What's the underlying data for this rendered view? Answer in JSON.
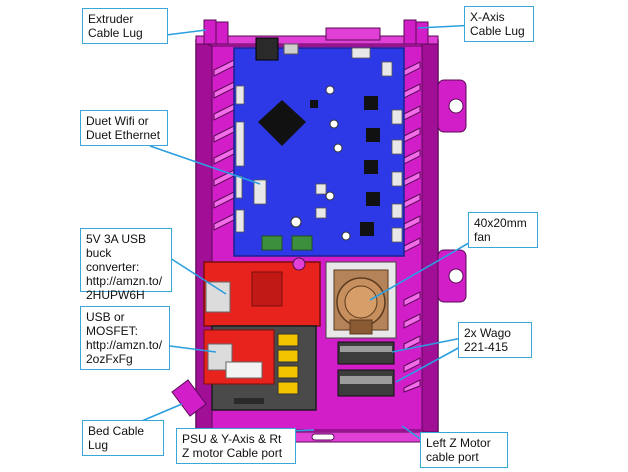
{
  "diagram": {
    "colors": {
      "enclosure": "#d21ec8",
      "enclosure_dark": "#a10f97",
      "board": "#2d39e6",
      "board_dark": "#1a228f",
      "buck_board": "#e8231d",
      "wago": "#3c3c3c",
      "fan": "#b5835a",
      "callout_border": "#3ea6d6",
      "callout_line": "#2a9ee0"
    },
    "callouts": {
      "extruder_lug": "Extruder\nCable Lug",
      "x_axis_lug": "X-Axis\nCable Lug",
      "duet": "Duet Wifi or\nDuet Ethernet",
      "buck": "5V 3A USB\nbuck converter:\nhttp://amzn.to/\n2HUPW6H",
      "usb_mosfet": "USB or\nMOSFET:\nhttp://amzn.to/\n2ozFxFg",
      "fan": "40x20mm\nfan",
      "wago": "2x Wago\n221-415",
      "bed_lug": "Bed Cable\nLug",
      "psu_port": "PSU & Y-Axis & Rt\nZ motor Cable port",
      "left_z_port": "Left Z Motor\ncable port"
    }
  }
}
